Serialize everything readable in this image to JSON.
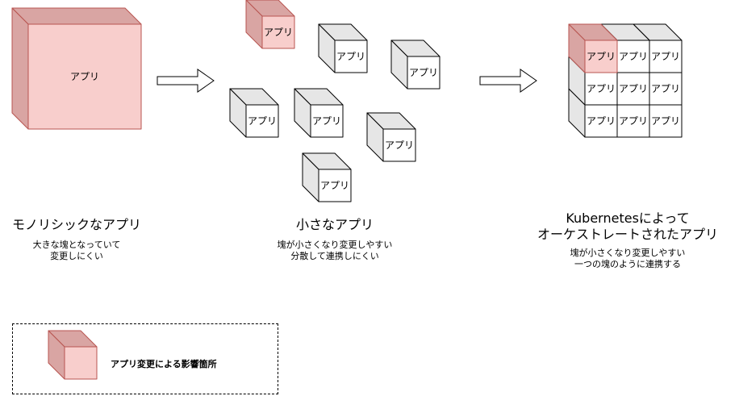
{
  "colors": {
    "pink_front": "#f8cecc",
    "pink_side": "#d9a5a3",
    "pink_stroke": "#b85450",
    "white_front": "#ffffff",
    "grey_side": "#e6e6e6",
    "black_stroke": "#000000"
  },
  "cube_label": "アプリ",
  "sections": {
    "monolith": {
      "title": "モノリシックなアプリ",
      "subtitle_line1": "大きな塊となっていて",
      "subtitle_line2": "変更しにくい"
    },
    "small": {
      "title": "小さなアプリ",
      "subtitle_line1": "塊が小さくなり変更しやすい",
      "subtitle_line2": "分散して連携しにくい"
    },
    "k8s": {
      "title_line1": "Kubernetesによって",
      "title_line2": "オーケストレートされたアプリ",
      "subtitle_line1": "塊が小さくなり変更しやすい",
      "subtitle_line2": "一つの塊のように連携する"
    }
  },
  "legend": {
    "label": "アプリ変更による影響箇所"
  }
}
